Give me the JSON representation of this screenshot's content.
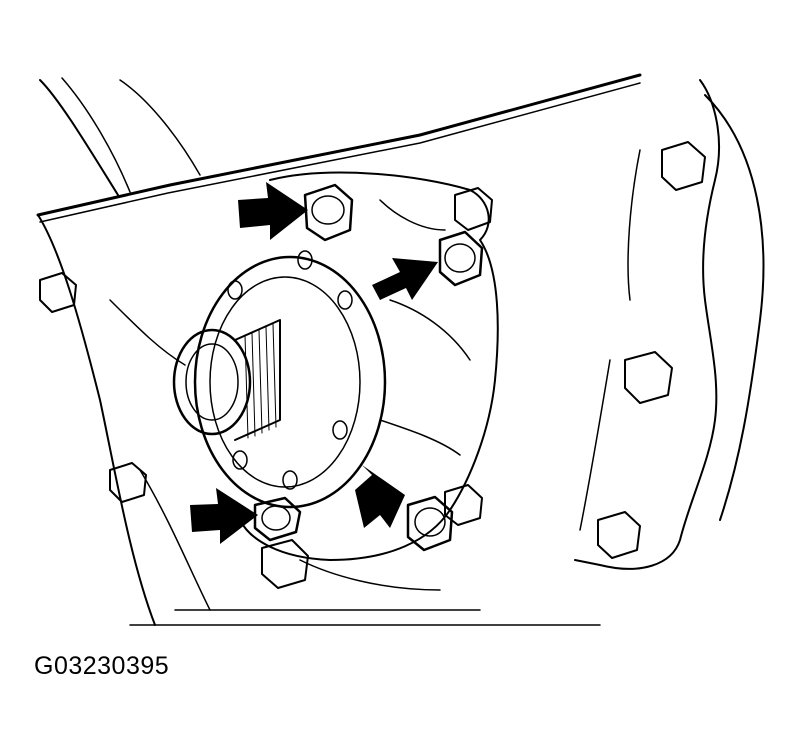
{
  "figure": {
    "code": "G03230395",
    "colors": {
      "ink": "#000000",
      "paper": "#ffffff"
    },
    "callouts": [
      {
        "target": "upper-left-mounting-nut",
        "icon": "arrow-right-icon"
      },
      {
        "target": "upper-right-mounting-nut",
        "icon": "arrow-right-icon"
      },
      {
        "target": "lower-left-mounting-nut",
        "icon": "arrow-right-icon"
      },
      {
        "target": "lower-right-mounting-nut",
        "icon": "arrow-right-icon"
      }
    ]
  }
}
